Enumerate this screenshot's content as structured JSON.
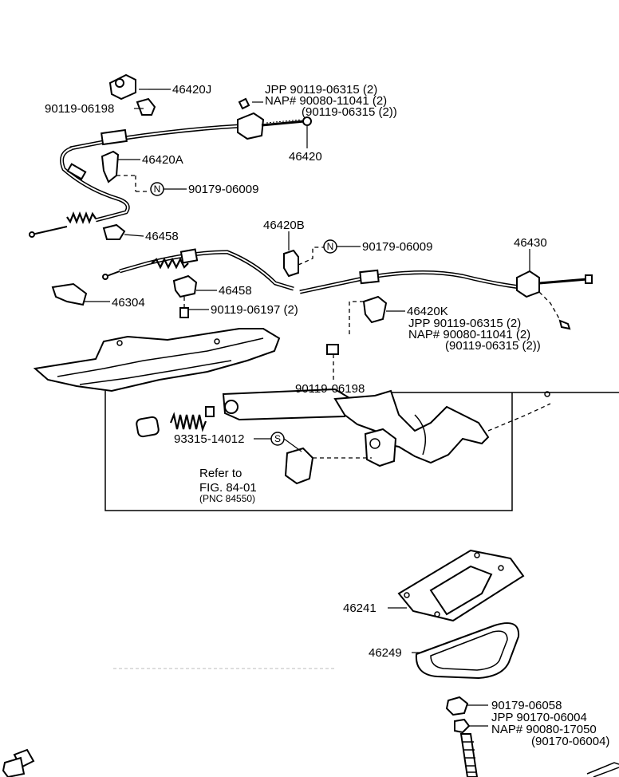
{
  "callouts": {
    "c46420J": "46420J",
    "c90119_06198_top": "90119-06198",
    "jpp_top": "JPP    90119-06315 (2)",
    "nap_top": "NAP# 90080-11041 (2)",
    "alt_top": "(90119-06315 (2))",
    "c46420": "46420",
    "c46420A": "46420A",
    "c90179_06009_a": "90179-06009",
    "c46458_a": "46458",
    "c46420B": "46420B",
    "c90179_06009_b": "90179-06009",
    "c46430": "46430",
    "c46458_b": "46458",
    "c46304": "46304",
    "c90119_06197": "90119-06197 (2)",
    "c46420K": "46420K",
    "jpp_mid": "JPP    90119-06315 (2)",
    "nap_mid": "NAP# 90080-11041 (2)",
    "alt_mid": "(90119-06315 (2))",
    "c90119_06198_mid": "90119-06198",
    "c93315_14012": "93315-14012",
    "c46241": "46241",
    "c46249": "46249",
    "c90179_06058": "90179-06058",
    "jpp_bot": "JPP    90170-06004",
    "nap_bot": "NAP# 90080-17050",
    "alt_bot": "(90170-06004)"
  },
  "symbols": {
    "n": "N",
    "s": "S"
  },
  "refer": {
    "line1": "Refer to",
    "line2": "FIG. 84-01",
    "line3": "(PNC  84550)"
  }
}
